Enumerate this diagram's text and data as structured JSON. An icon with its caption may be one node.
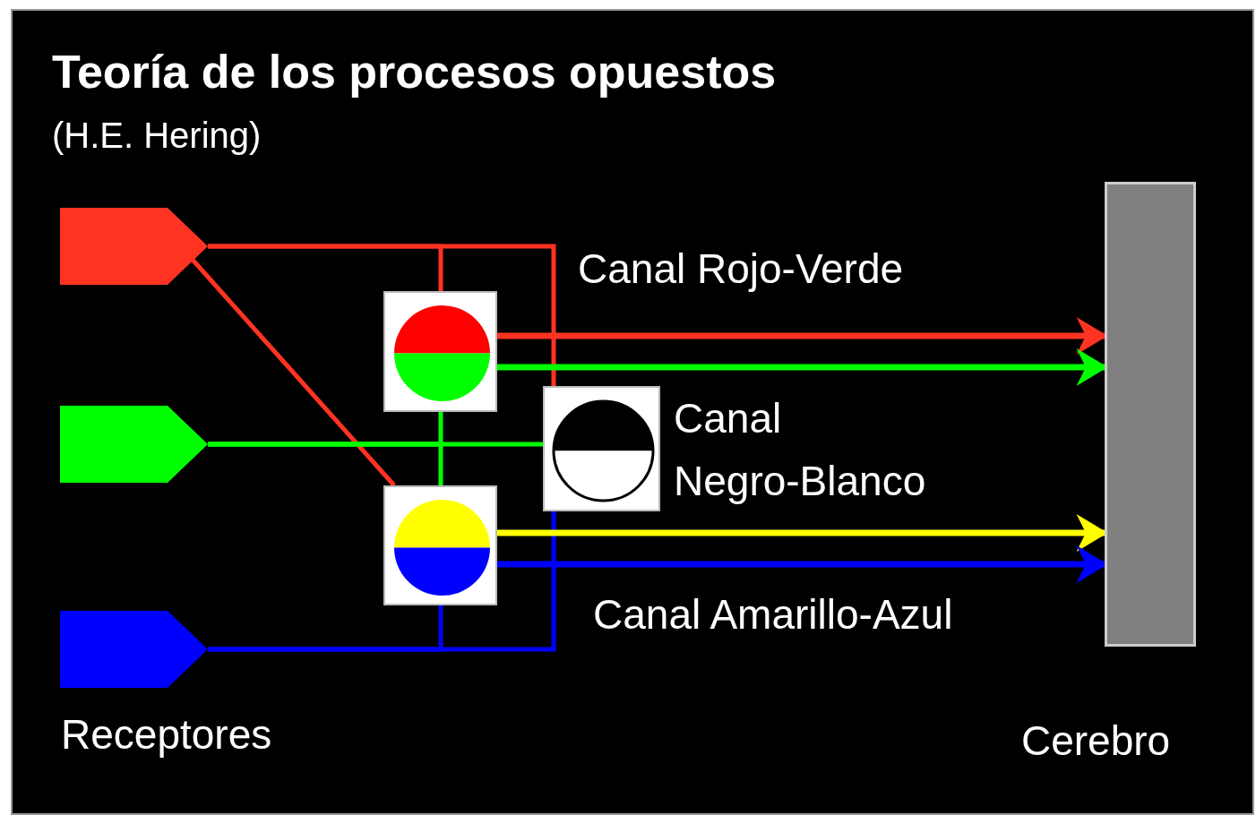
{
  "diagram": {
    "title": "Teoría de los procesos opuestos",
    "caption": "(H.E. Hering)",
    "nodes": [
      {
        "text": [],
        "shape": "pentagon"
      },
      {
        "text": [],
        "shape": "pentagon"
      },
      {
        "text": [],
        "shape": "pentagon",
        "beside": [
          "Receptores"
        ]
      },
      {
        "text": [],
        "shape": "box"
      },
      {
        "text": [],
        "shape": "box"
      },
      {
        "text": [],
        "shape": "box",
        "beside": [
          "Canal Negro-Blanco"
        ]
      },
      {
        "text": [],
        "shape": "bar",
        "beside": [
          "Cerebro"
        ]
      }
    ],
    "edges": [
      {
        "from": 0,
        "to": 3,
        "arrow": "none",
        "color": "#ff3322"
      },
      {
        "from": 0,
        "to": 5,
        "arrow": "none",
        "color": "#ff3322"
      },
      {
        "from": 0,
        "to": 4,
        "arrow": "none",
        "color": "#ff3322"
      },
      {
        "from": 1,
        "to": 3,
        "arrow": "none",
        "color": "#00ff00"
      },
      {
        "from": 1,
        "to": 4,
        "arrow": "none",
        "color": "#00ff00"
      },
      {
        "from": 1,
        "to": 5,
        "arrow": "none",
        "color": "#00ff00"
      },
      {
        "from": 2,
        "to": 4,
        "arrow": "none",
        "color": "#0000ff"
      },
      {
        "from": 2,
        "to": 5,
        "arrow": "none",
        "color": "#0000ff"
      },
      {
        "from": 3,
        "to": 6,
        "arrow": "to",
        "color": "#ff3322"
      },
      {
        "from": 3,
        "to": 6,
        "arrow": "to",
        "color": "#00ff00"
      },
      {
        "from": 4,
        "to": 6,
        "arrow": "to",
        "color": "#ffff00"
      },
      {
        "from": 4,
        "to": 6,
        "arrow": "to",
        "color": "#0000ff"
      }
    ],
    "labels": [
      "Canal Rojo-Verde",
      "Canal Amarillo-Azul"
    ]
  }
}
